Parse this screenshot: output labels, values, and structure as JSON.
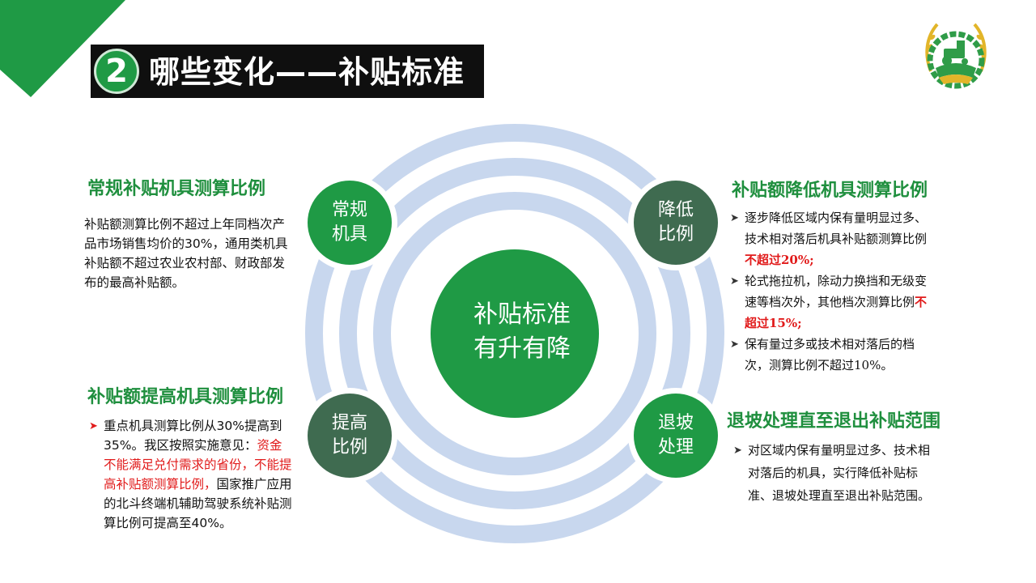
{
  "header": {
    "number": "2",
    "title": "哪些变化——补贴标准"
  },
  "center": {
    "line1": "补贴标准",
    "line2": "有升有降"
  },
  "nodes": {
    "regular": {
      "line1": "常规",
      "line2": "机具"
    },
    "reduce": {
      "line1": "降低",
      "line2": "比例"
    },
    "raise": {
      "line1": "提高",
      "line2": "比例"
    },
    "exit": {
      "line1": "退坡",
      "line2": "处理"
    }
  },
  "regular_section": {
    "title": "常规补贴机具测算比例",
    "text": "补贴额测算比例不超过上年同档次产品市场销售均价的30%，通用类机具补贴额不超过农业农村部、财政部发布的最高补贴额。"
  },
  "raise_section": {
    "title": "补贴额提高机具测算比例",
    "text_part1": "重点机具测算比例从30%提高到35%。我区按照实施意见：",
    "text_red": "资金不能满足兑付需求的省份，不能提高补贴额测算比例，",
    "text_part2": "国家推广应用的北斗终端机辅助驾驶系统补贴测算比例可提高至40%。"
  },
  "reduce_section": {
    "title": "补贴额降低机具测算比例",
    "bullet1_text": "逐步降低区域内保有量明显过多、技术相对落后机具补贴额测算比例",
    "bullet1_red": "不超过20%;",
    "bullet2_text": "轮式拖拉机，除动力换挡和无级变速等档次外，其他档次测算比例",
    "bullet2_red": "不超过15%;",
    "bullet3_text": "保有量过多或技术相对落后的档次，测算比例不超过10%。"
  },
  "exit_section": {
    "title": "退坡处理直至退出补贴范围",
    "text": "对区域内保有量明显过多、技术相对落后的机具，实行降低补贴标准、退坡处理直至退出补贴范围。"
  },
  "colors": {
    "green": "#1f9a45",
    "dark_green": "#3f6b50",
    "ring": "#c8d7ee",
    "title_green": "#1f8f3e",
    "red": "#e11b1b"
  }
}
